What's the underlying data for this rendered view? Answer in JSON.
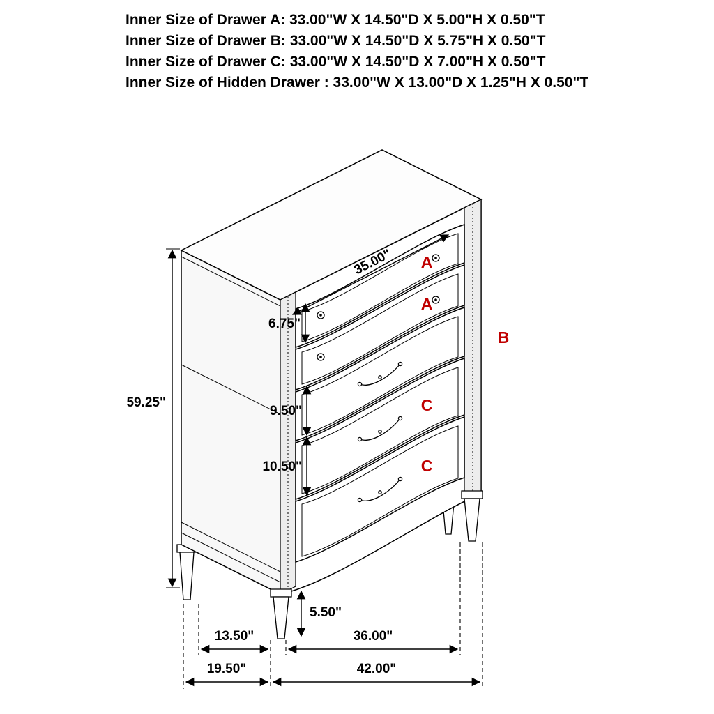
{
  "header": {
    "lines": [
      "Inner Size of Drawer A: 33.00\"W X 14.50\"D X 5.00\"H X 0.50\"T",
      "Inner Size of Drawer B: 33.00\"W X 14.50\"D X 5.75\"H X 0.50\"T",
      "Inner Size of Drawer C: 33.00\"W X 14.50\"D X 7.00\"H X 0.50\"T",
      "Inner Size of Hidden Drawer : 33.00\"W X 13.00\"D X 1.25\"H X 0.50\"T"
    ]
  },
  "diagram": {
    "drawer_letters": {
      "a1": "A",
      "a2": "A",
      "b": "B",
      "c1": "C",
      "c2": "C"
    },
    "dims": {
      "overall_height": "59.25\"",
      "drawer_opening_width": "35.00\"",
      "drawer_a_front_height": "6.75\"",
      "drawer_c_front_height": "9.50\"",
      "bottom_drawer_front_height": "10.50\"",
      "leg_height": "5.50\"",
      "top_depth": "13.50\"",
      "front_width": "36.00\"",
      "overall_depth": "19.50\"",
      "overall_width": "42.00\""
    },
    "colors": {
      "letter_red": "#c00000",
      "line_black": "#000000",
      "background": "#ffffff"
    }
  }
}
